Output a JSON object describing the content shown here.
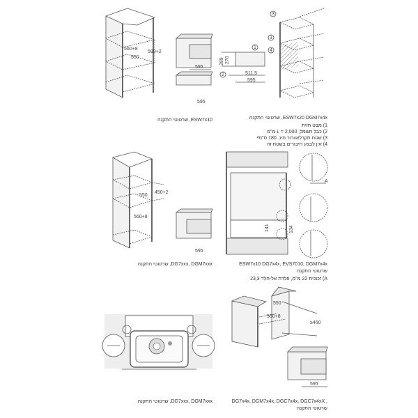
{
  "captions": {
    "esw7x10": "ESW7x10, שרטוטי התקנה",
    "esw7x20": "ESW7x20 DGM7x4x, שרטוטי התקנה",
    "dgm7xxx_1": "DG7xxx, DGM7xxx, שרטוטי התקנה",
    "esw_multi_line1": "ESW7x10 DG7x4x, EVS7010, DGM7x4x",
    "esw_multi_line2": "שרטוטי התקנה",
    "note_a": "A) זכוכית 22 מ\"מ, פלדת אל-חלד 23,3",
    "dgm7xxx_2": "DG7xxx, DGM7xxx, שרטוטי התקנה",
    "dgc_line1": "DG7x4x, DGM7x4x, DGC7x4x, DGC7x4xX ,",
    "dgc_line2": "שרטוטי התקנה"
  },
  "legend": [
    {
      "num": "1)",
      "text": "מבט חזית"
    },
    {
      "num": "2)",
      "text": "כבל חשמל, L = 2,000 מ\"מ"
    },
    {
      "num": "3)",
      "text": "שטח תקרלאוורור מינ. 180 ס\"מ²"
    },
    {
      "num": "4)",
      "text": "אין לבצע חיבורים בשטח זה"
    }
  ],
  "dims": {
    "d590": "590+2",
    "d560a": "560+8",
    "d550a": "550",
    "d595a": "595",
    "d595b": "595",
    "d289": "289",
    "d270": "270",
    "d511": "511,5",
    "d595c": "595",
    "c1": "1",
    "c2": "2",
    "c3a": "3",
    "c3b": "3",
    "c4": "4",
    "d450": "450+2",
    "d550b": "550",
    "d560b": "560+8",
    "d595d": "595",
    "d141": "141",
    "d134": "134",
    "lblA": "A",
    "d550c": "550",
    "d560c": "560+8",
    "d460": "≥460",
    "d595e": "595"
  }
}
